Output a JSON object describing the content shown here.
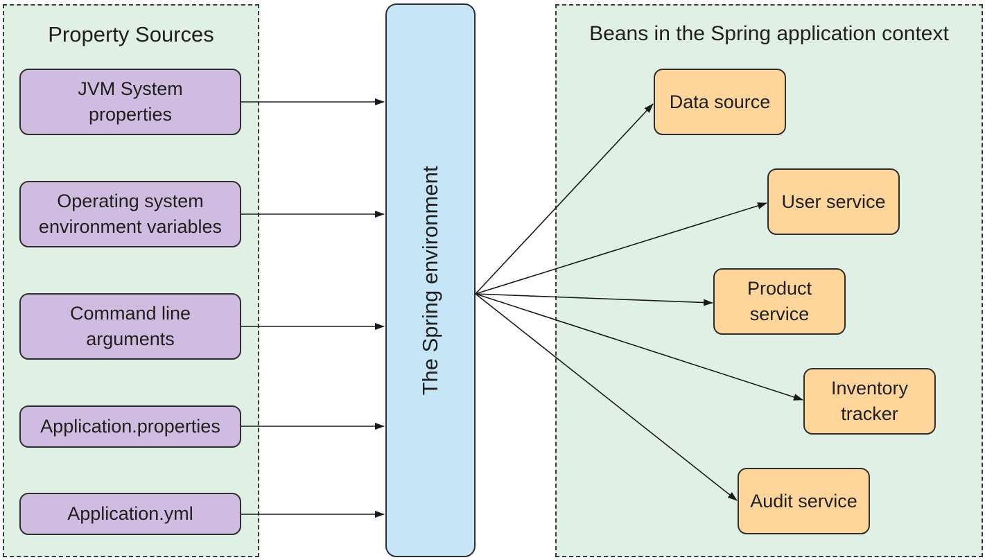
{
  "property_sources": {
    "title": "Property Sources",
    "items": [
      {
        "label": "JVM System\nproperties"
      },
      {
        "label": "Operating system\nenvironment variables"
      },
      {
        "label": "Command line\narguments"
      },
      {
        "label": "Application.properties"
      },
      {
        "label": "Application.yml"
      }
    ]
  },
  "environment": {
    "label": "The Spring environment"
  },
  "beans": {
    "title": "Beans in the Spring application context",
    "items": [
      {
        "label": "Data source"
      },
      {
        "label": "User service"
      },
      {
        "label": "Product\nservice"
      },
      {
        "label": "Inventory\ntracker"
      },
      {
        "label": "Audit service"
      }
    ]
  },
  "colors": {
    "panel_bg": "#e1f0e4",
    "source_fill": "#d0bce0",
    "environment_fill": "#c6e6f7",
    "bean_fill": "#fed69c",
    "stroke": "#2e2e2e"
  }
}
